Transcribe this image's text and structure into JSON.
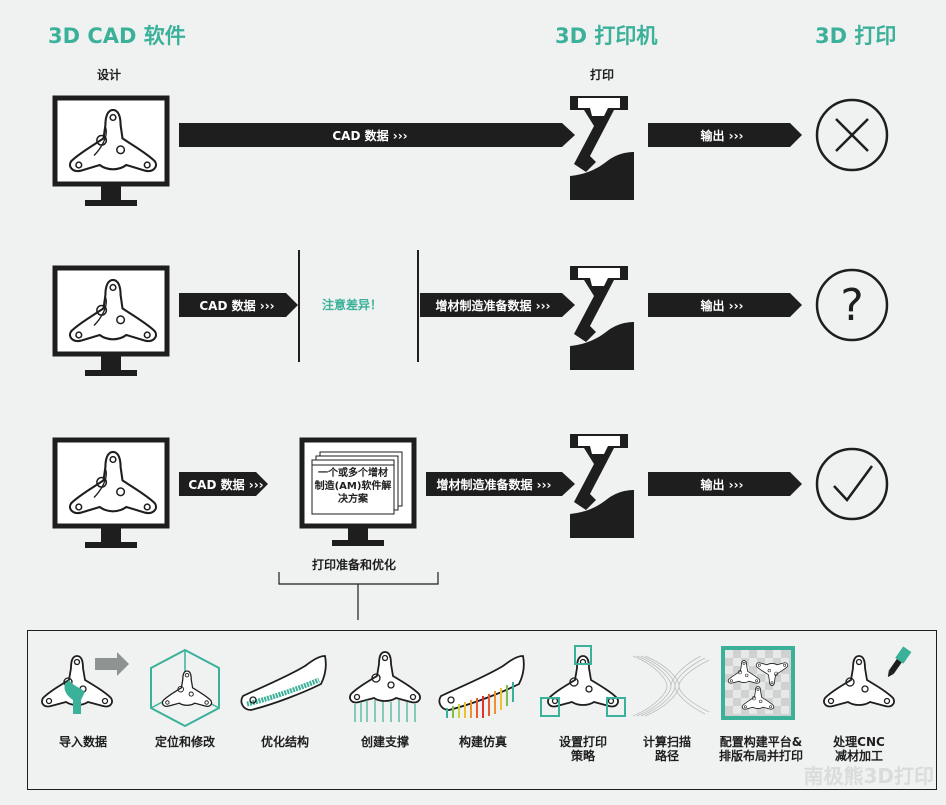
{
  "headers": {
    "cad": "3D CAD 软件",
    "printer": "3D 打印机",
    "print": "3D 打印"
  },
  "subs": {
    "design": "设计",
    "print": "打印"
  },
  "rows": [
    {
      "arrow1": "CAD 数据 ›››",
      "arrow3": "输出 ›››",
      "result": "fail"
    },
    {
      "arrow1": "CAD 数据 ›››",
      "warning": "注意差异！",
      "arrow2": "增材制造准备数据 ›››",
      "arrow3": "输出 ›››",
      "result": "unknown"
    },
    {
      "arrow1": "CAD 数据 ›››",
      "arrow2": "增材制造准备数据 ›››",
      "arrow3": "输出 ›››",
      "result": "success"
    }
  ],
  "am_software": {
    "line1": "一个或多个增材",
    "line2": "制造(AM)软件解",
    "line3": "决方案"
  },
  "prep_label": "打印准备和优化",
  "steps": [
    {
      "line1": "导入数据",
      "line2": "",
      "icon": "import-icon"
    },
    {
      "line1": "定位和修改",
      "line2": "",
      "icon": "position-icon"
    },
    {
      "line1": "优化结构",
      "line2": "",
      "icon": "optimize-icon"
    },
    {
      "line1": "创建支撑",
      "line2": "",
      "icon": "support-icon"
    },
    {
      "line1": "构建仿真",
      "line2": "",
      "icon": "simulation-icon"
    },
    {
      "line1": "设置打印",
      "line2": "策略",
      "icon": "strategy-icon"
    },
    {
      "line1": "计算扫描",
      "line2": "路径",
      "icon": "scanpath-icon"
    },
    {
      "line1": "配置构建平台&",
      "line2": "排版布局并打印",
      "icon": "platform-icon"
    },
    {
      "line1": "处理CNC",
      "line2": "减材加工",
      "icon": "cnc-icon"
    }
  ],
  "watermark": "南极熊3D打印",
  "colors": {
    "accent": "#3bb19a",
    "dark": "#1e1e1e",
    "background": "#f0f2f1"
  }
}
